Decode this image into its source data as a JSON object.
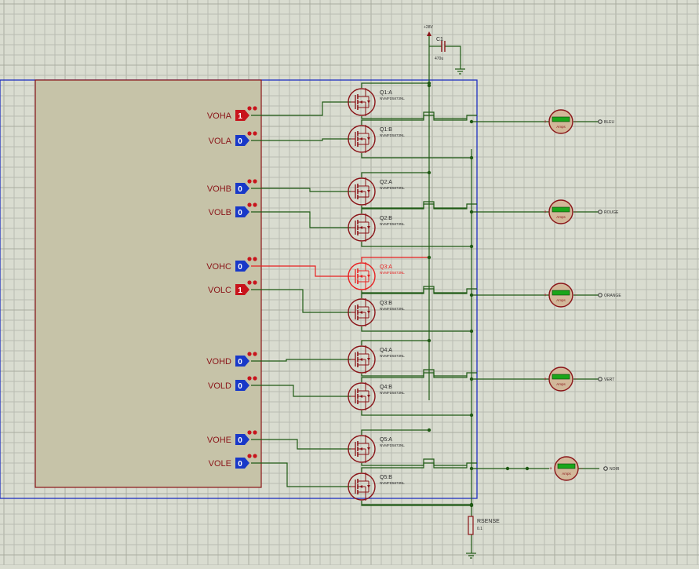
{
  "supply": {
    "label": "+28V"
  },
  "capacitor": {
    "name": "C1",
    "value": "470u"
  },
  "inputs": [
    {
      "label": "VOHA",
      "value": "1",
      "color": "#c8141c"
    },
    {
      "label": "VOLA",
      "value": "0",
      "color": "#1838c8"
    },
    {
      "label": "VOHB",
      "value": "0",
      "color": "#1838c8"
    },
    {
      "label": "VOLB",
      "value": "0",
      "color": "#1838c8"
    },
    {
      "label": "VOHC",
      "value": "0",
      "color": "#1838c8"
    },
    {
      "label": "VOLC",
      "value": "1",
      "color": "#c8141c"
    },
    {
      "label": "VOHD",
      "value": "0",
      "color": "#1838c8"
    },
    {
      "label": "VOLD",
      "value": "0",
      "color": "#1838c8"
    },
    {
      "label": "VOHE",
      "value": "0",
      "color": "#1838c8"
    },
    {
      "label": "VOLE",
      "value": "0",
      "color": "#1838c8"
    }
  ],
  "transistors": [
    {
      "name": "Q1:A",
      "part": "NVMFD5873NL",
      "highlight": false
    },
    {
      "name": "Q1:B",
      "part": "NVMFD5873NL",
      "highlight": false
    },
    {
      "name": "Q2:A",
      "part": "NVMFD5873NL",
      "highlight": false
    },
    {
      "name": "Q2:B",
      "part": "NVMFD5873NL",
      "highlight": false
    },
    {
      "name": "Q3:A",
      "part": "NVMFD5873NL",
      "highlight": true
    },
    {
      "name": "Q3:B",
      "part": "NVMFD5873NL",
      "highlight": false
    },
    {
      "name": "Q4:A",
      "part": "NVMFD5873NL",
      "highlight": false
    },
    {
      "name": "Q4:B",
      "part": "NVMFD5873NL",
      "highlight": false
    },
    {
      "name": "Q5:A",
      "part": "NVMFD5873NL",
      "highlight": false
    },
    {
      "name": "Q5:B",
      "part": "NVMFD5873NL",
      "highlight": false
    }
  ],
  "meters": [
    {
      "unit": "Amps",
      "output": "BLEU"
    },
    {
      "unit": "Amps",
      "output": "ROUGE"
    },
    {
      "unit": "Amps",
      "output": "ORANGE"
    },
    {
      "unit": "Amps",
      "output": "VERT"
    },
    {
      "unit": "Amps",
      "output": "NOIR"
    }
  ],
  "rsense": {
    "name": "RSENSE",
    "value": "0.1"
  },
  "colors": {
    "wire": "#1f5a14",
    "component": "#8a1418",
    "highlight": "#e82020",
    "frame": "#2030c0",
    "block": "#c6c3a8",
    "meter_display": "#1aa61a"
  }
}
